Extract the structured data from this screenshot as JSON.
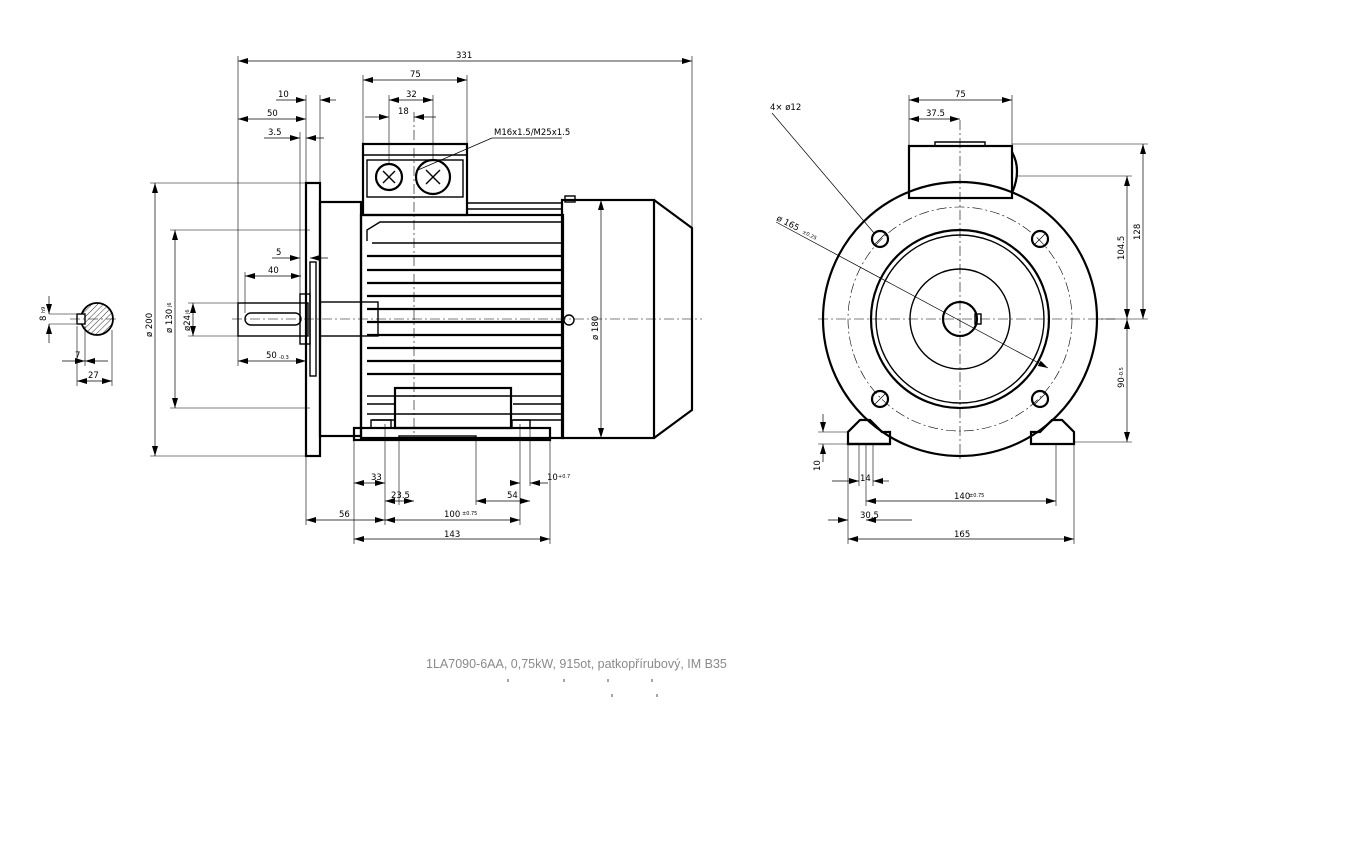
{
  "caption": "1LA7090-6AA,  0,75kW, 915ot, patkopřírubový, IM B35",
  "dimensions": {
    "overall_length": "331",
    "d75_top": "75",
    "d32": "32",
    "d18": "18",
    "d10_top": "10",
    "d50": "50",
    "d3_5": "3.5",
    "thread": "M16x1.5/M25x1.5",
    "d5": "5",
    "d40": "40",
    "shaft_len": "50",
    "shaft_len_tol": "-0.3",
    "flange_dia": "ø 200",
    "spigot_dia": "ø 130",
    "spigot_tol": "j6",
    "shaft_dia": "ø24",
    "shaft_tol": "j6",
    "body_dia": "ø 180",
    "d33": "33",
    "d23_5": "23.5",
    "d54": "54",
    "d10_foot": "10",
    "d10_foot_tol": "+0.7",
    "d56": "56",
    "d100": "100",
    "d100_tol": "±0.75",
    "d143": "143",
    "key_b": "8",
    "key_b_tol": "h9",
    "key_7": "7",
    "key_27": "27",
    "end_75": "75",
    "end_37_5": "37.5",
    "holes": "4×  ø12",
    "pcd": "ø 165",
    "pcd_tol": "±0.25",
    "h104_5": "104.5",
    "h128": "128",
    "shaft_h": "90",
    "shaft_h_tol": "-0.5",
    "foot_h": "10",
    "d14": "14",
    "d140": "140",
    "d140_tol": "±0.75",
    "d30_5": "30.5",
    "d165": "165"
  }
}
